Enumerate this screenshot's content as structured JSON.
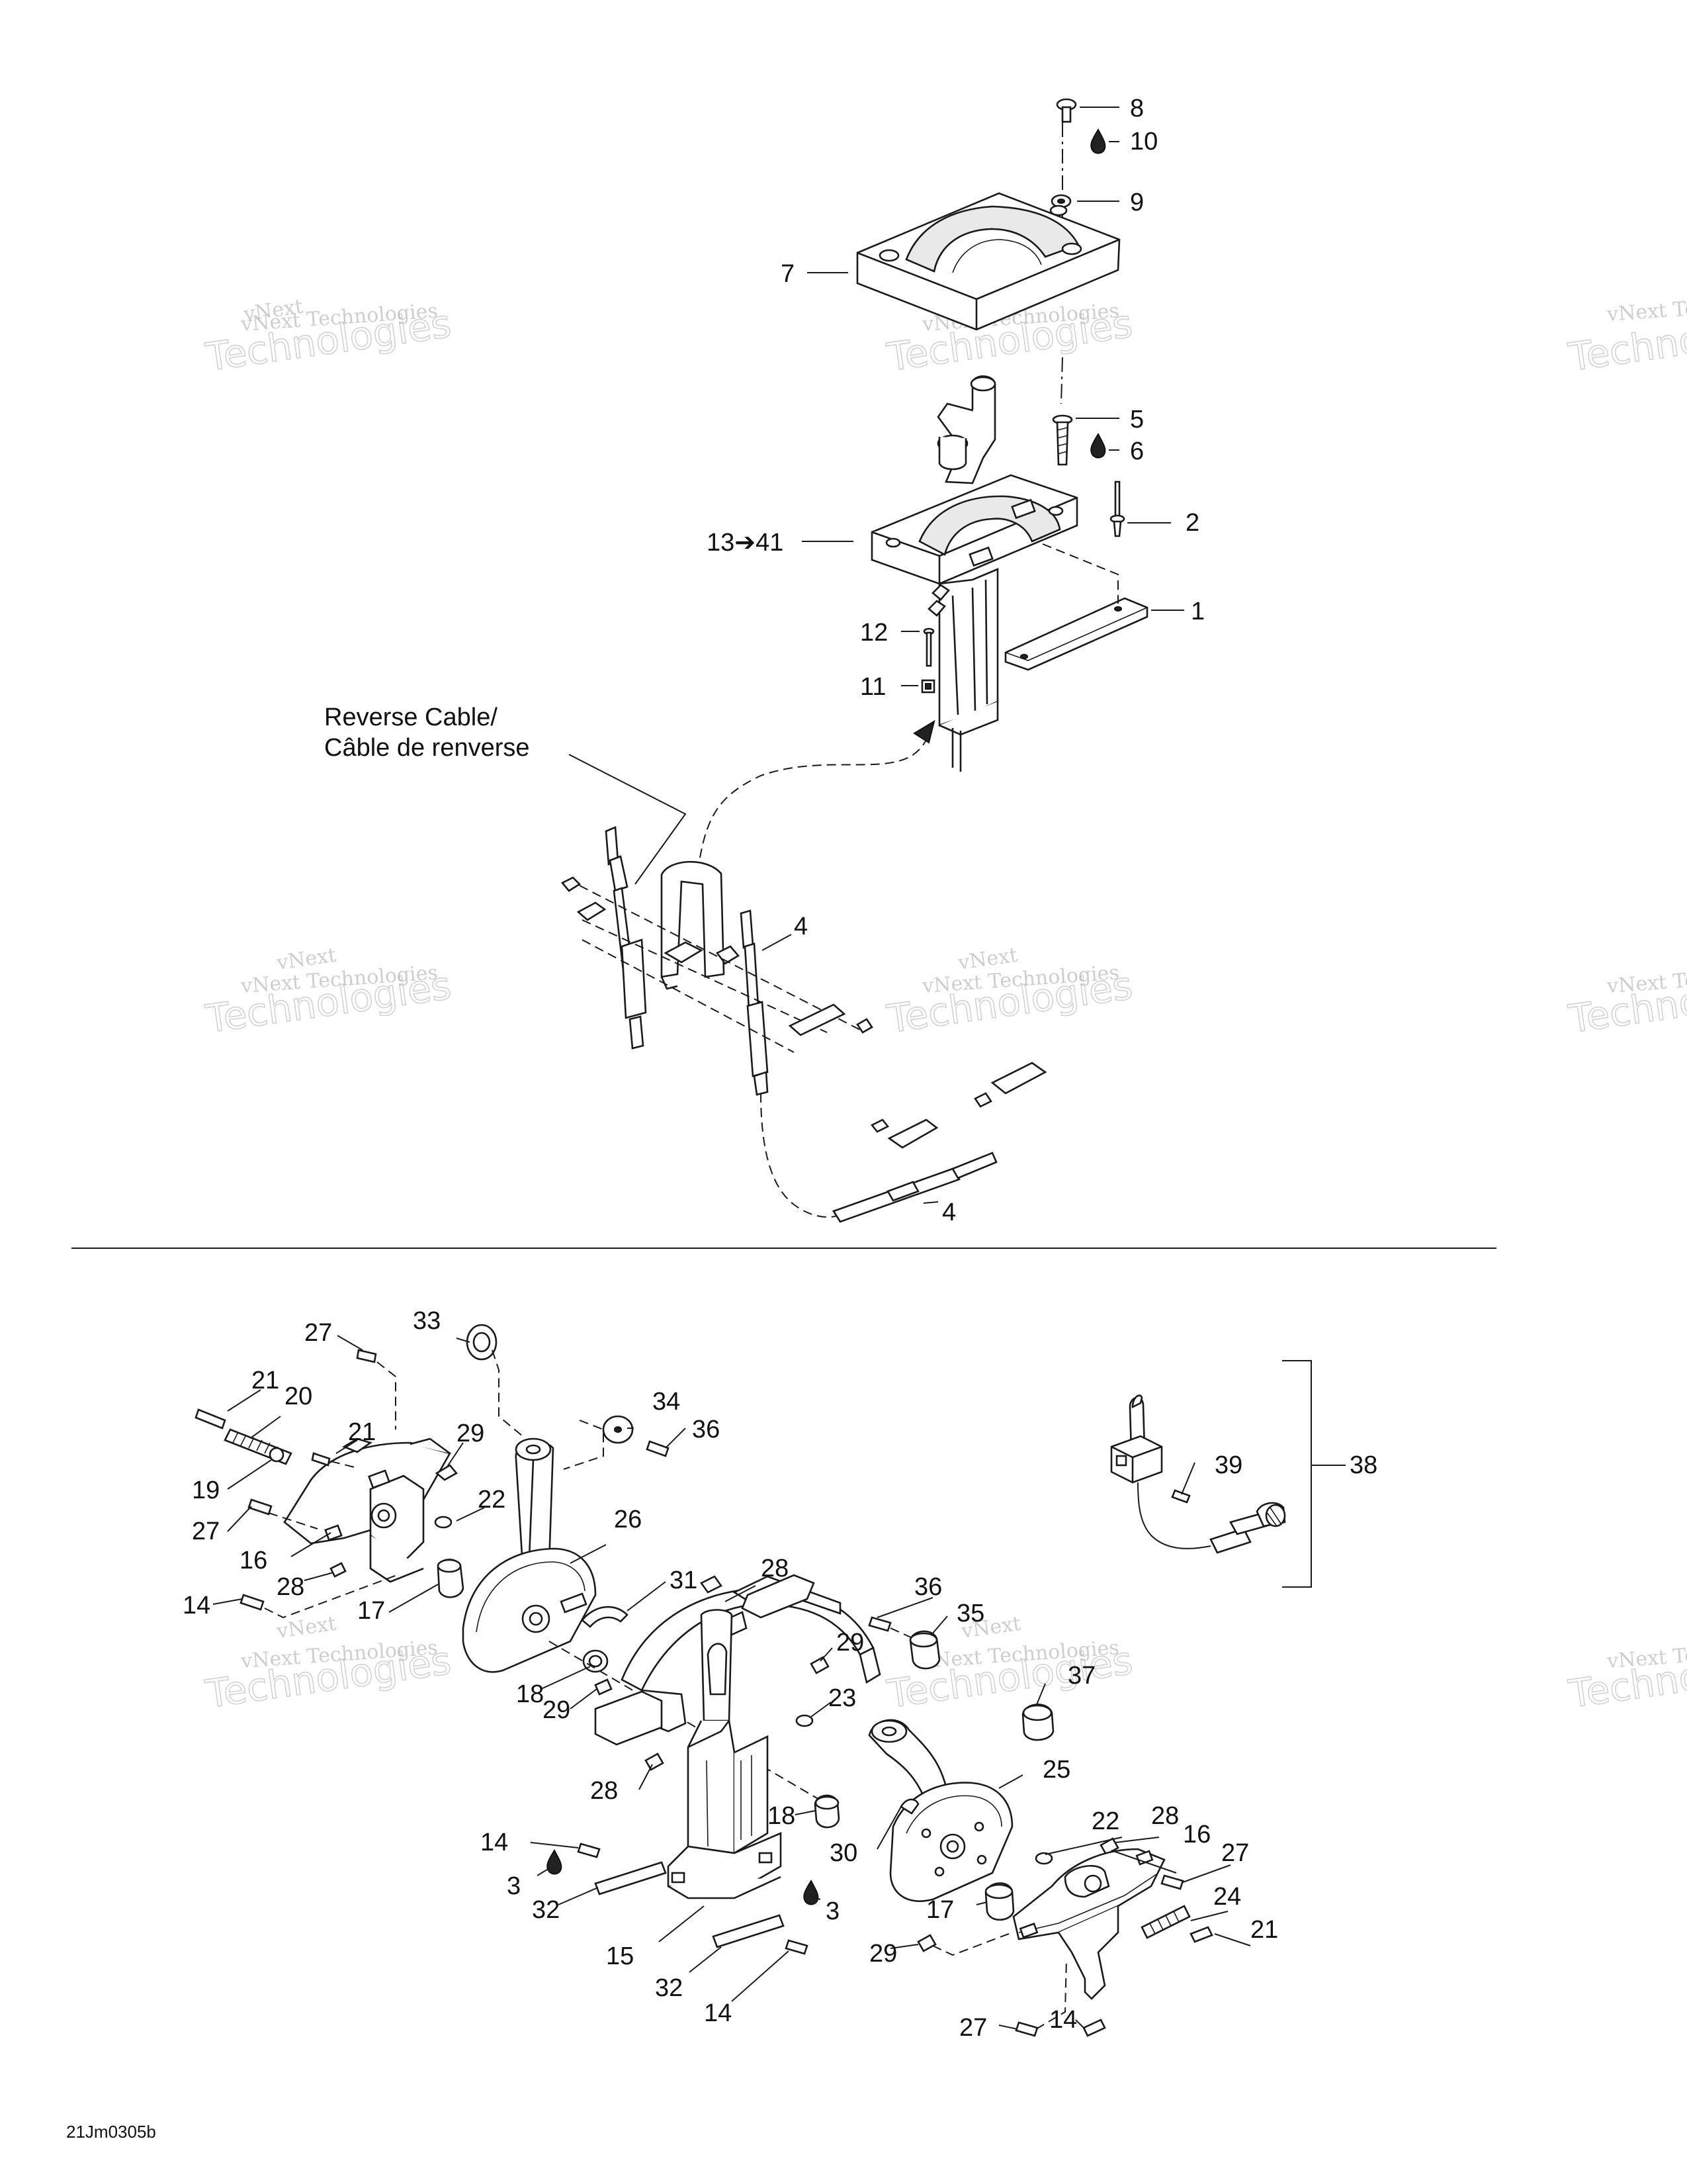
{
  "callouts": [
    {
      "id": "c8",
      "text": "8"
    },
    {
      "id": "c10",
      "text": "10"
    },
    {
      "id": "c9",
      "text": "9"
    },
    {
      "id": "c7",
      "text": "7"
    },
    {
      "id": "c5",
      "text": "5"
    },
    {
      "id": "c6",
      "text": "6"
    },
    {
      "id": "c2",
      "text": "2"
    },
    {
      "id": "c13",
      "text": "13➔41"
    },
    {
      "id": "c1",
      "text": "1"
    },
    {
      "id": "c12",
      "text": "12"
    },
    {
      "id": "c11",
      "text": "11"
    },
    {
      "id": "c4a",
      "text": "4"
    },
    {
      "id": "c4b",
      "text": "4"
    },
    {
      "id": "c27a",
      "text": "27"
    },
    {
      "id": "c33",
      "text": "33"
    },
    {
      "id": "c21a",
      "text": "21"
    },
    {
      "id": "c20",
      "text": "20"
    },
    {
      "id": "c21b",
      "text": "21"
    },
    {
      "id": "c29a",
      "text": "29"
    },
    {
      "id": "c34",
      "text": "34"
    },
    {
      "id": "c36a",
      "text": "36"
    },
    {
      "id": "c19",
      "text": "19"
    },
    {
      "id": "c22a",
      "text": "22"
    },
    {
      "id": "c27b",
      "text": "27"
    },
    {
      "id": "c26",
      "text": "26"
    },
    {
      "id": "c16a",
      "text": "16"
    },
    {
      "id": "c28a",
      "text": "28"
    },
    {
      "id": "c31",
      "text": "31"
    },
    {
      "id": "c28b",
      "text": "28"
    },
    {
      "id": "c14a",
      "text": "14"
    },
    {
      "id": "c17a",
      "text": "17"
    },
    {
      "id": "c36b",
      "text": "36"
    },
    {
      "id": "c35",
      "text": "35"
    },
    {
      "id": "c29b",
      "text": "29"
    },
    {
      "id": "c18a",
      "text": "18"
    },
    {
      "id": "c29c",
      "text": "29"
    },
    {
      "id": "c23",
      "text": "23"
    },
    {
      "id": "c37",
      "text": "37"
    },
    {
      "id": "c28c",
      "text": "28"
    },
    {
      "id": "c25",
      "text": "25"
    },
    {
      "id": "c18b",
      "text": "18"
    },
    {
      "id": "c14b",
      "text": "14"
    },
    {
      "id": "c22b",
      "text": "22"
    },
    {
      "id": "c28d",
      "text": "28"
    },
    {
      "id": "c16b",
      "text": "16"
    },
    {
      "id": "c30",
      "text": "30"
    },
    {
      "id": "c27c",
      "text": "27"
    },
    {
      "id": "c3a",
      "text": "3"
    },
    {
      "id": "c24",
      "text": "24"
    },
    {
      "id": "c32a",
      "text": "32"
    },
    {
      "id": "c17b",
      "text": "17"
    },
    {
      "id": "c21c",
      "text": "21"
    },
    {
      "id": "c15",
      "text": "15"
    },
    {
      "id": "c3b",
      "text": "3"
    },
    {
      "id": "c29d",
      "text": "29"
    },
    {
      "id": "c32b",
      "text": "32"
    },
    {
      "id": "c14c",
      "text": "14"
    },
    {
      "id": "c27d",
      "text": "27"
    },
    {
      "id": "c14d",
      "text": "14"
    },
    {
      "id": "c39",
      "text": "39"
    },
    {
      "id": "c38",
      "text": "38"
    }
  ],
  "note": {
    "line1": "Reverse Cable/",
    "line2": "Câble de renverse"
  },
  "reference_code": "21Jm0305b",
  "watermark": {
    "line1": "vNext Technologies",
    "line2": "Technologies",
    "overlay": "vNext"
  },
  "colors": {
    "ink": "#1a1a1a",
    "watermark": "#b0b0b0",
    "background": "#ffffff"
  }
}
